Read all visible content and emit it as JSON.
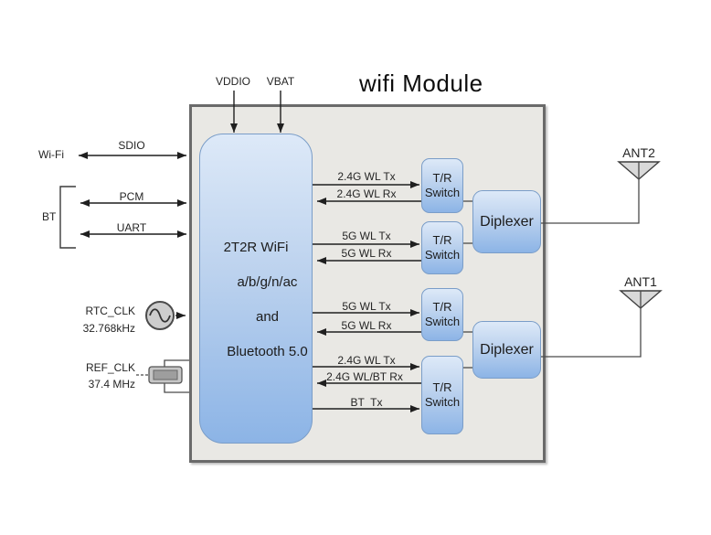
{
  "title": "wifi Module",
  "power_pins": {
    "vddio": "VDDIO",
    "vbat": "VBAT"
  },
  "host_interfaces": {
    "wifi_label": "Wi-Fi",
    "sdio": "SDIO",
    "bt_label": "BT",
    "pcm": "PCM",
    "uart": "UART"
  },
  "clocks": {
    "rtc_name": "RTC_CLK",
    "rtc_freq": "32.768kHz",
    "ref_name": "REF_CLK",
    "ref_freq": "37.4 MHz"
  },
  "chip": {
    "line1": "2T2R WiFi",
    "line2": "a/b/g/n/ac",
    "line3": "and",
    "line4": "Bluetooth 5.0"
  },
  "blocks": {
    "tr_switch": {
      "line1": "T/R",
      "line2": "Switch"
    },
    "diplexer": "Diplexer"
  },
  "signals": {
    "chain_a_tx": "2.4G WL Tx",
    "chain_a_rx": "2.4G WL Rx",
    "chain_b_tx": "5G WL Tx",
    "chain_b_rx": "5G WL Rx",
    "chain_c_tx": "5G WL Tx",
    "chain_c_rx": "5G WL Rx",
    "chain_d_tx": "2.4G WL Tx",
    "chain_d_rx": "2.4G WL/BT Rx",
    "chain_d_bt": "BT  Tx"
  },
  "antennas": {
    "ant2": "ANT2",
    "ant1": "ANT1"
  },
  "colors": {
    "module_fill": "#e9e8e4",
    "module_border": "#6a6a6a",
    "block_fill_top": "#dde9f8",
    "block_fill_bottom": "#8cb4e6",
    "block_border": "#7a9dc8",
    "line": "#1f1f1f"
  }
}
